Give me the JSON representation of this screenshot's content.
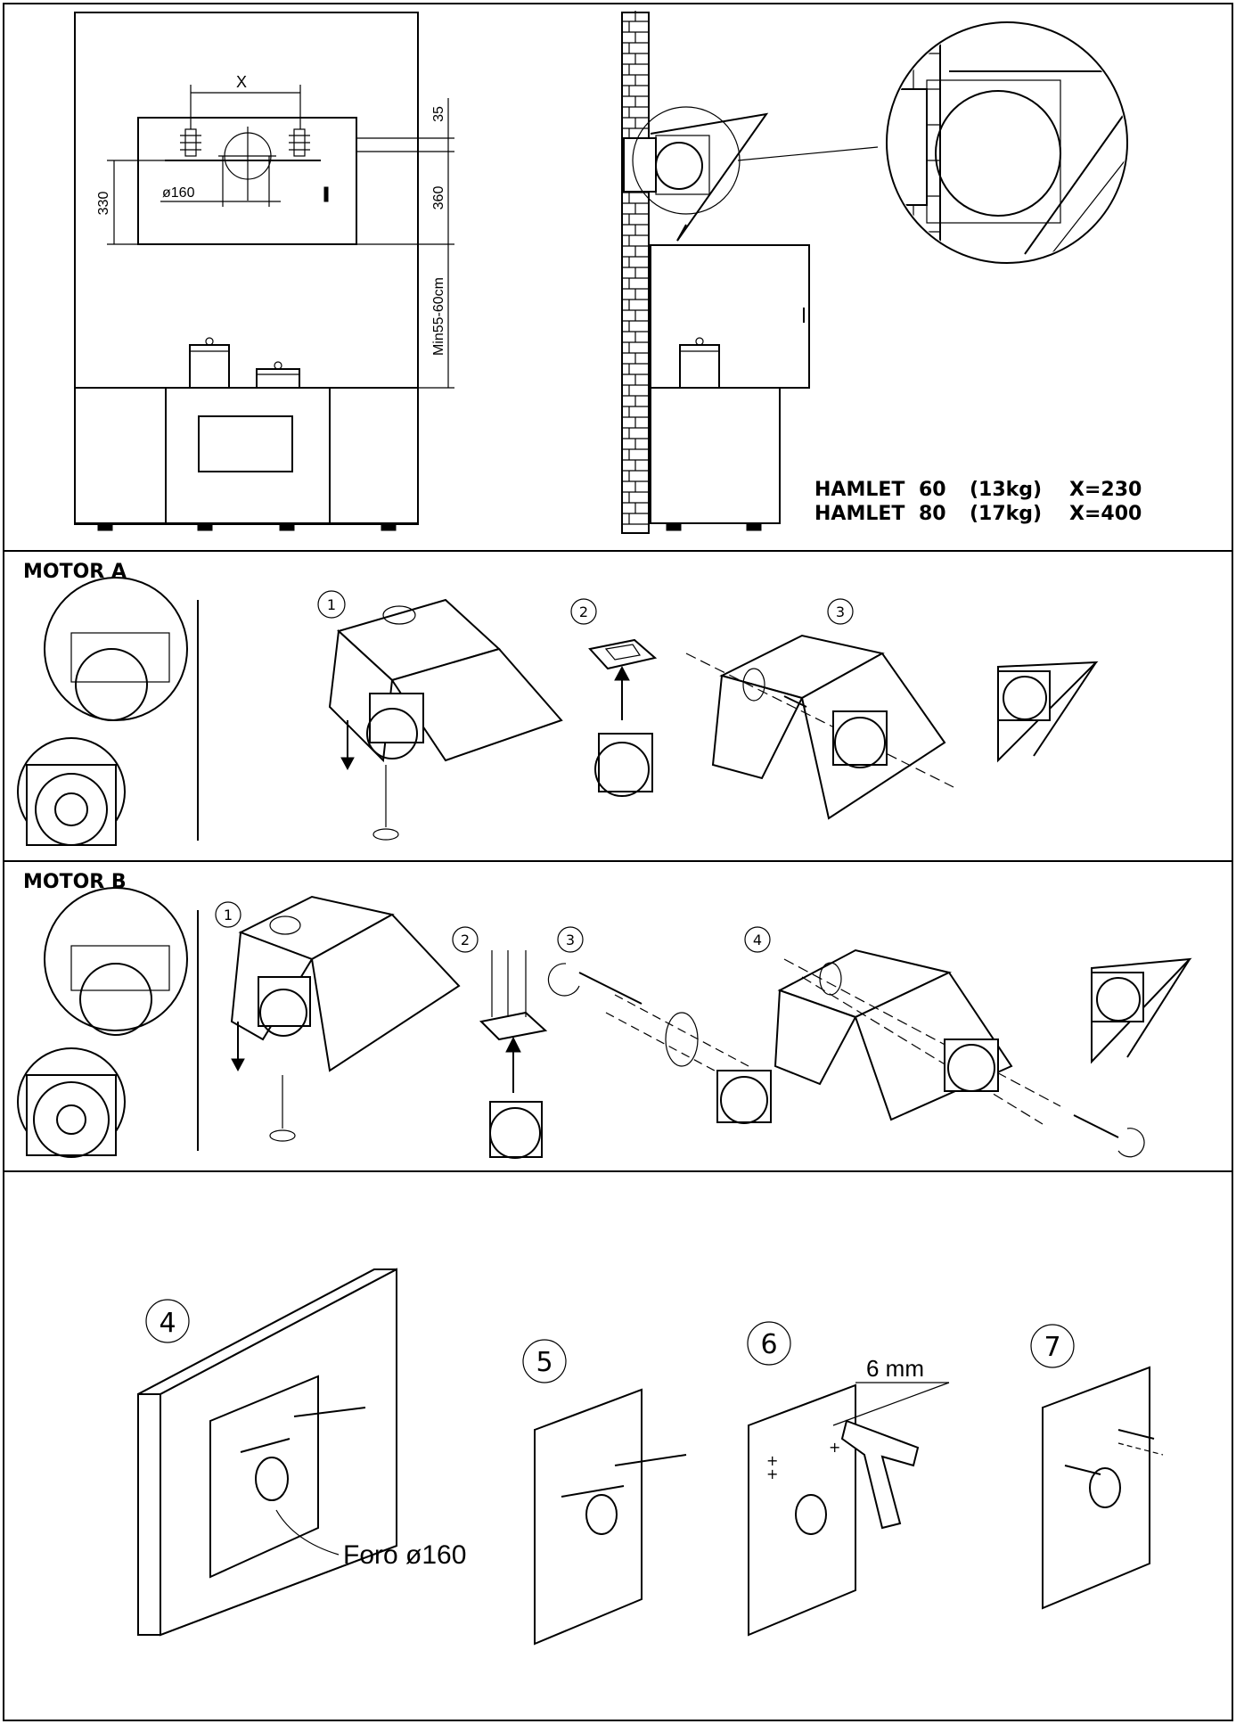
{
  "top_panel": {
    "dim_x": "X",
    "dim_35": "35",
    "dim_330": "330",
    "dim_360": "360",
    "dim_diameter": "ø160",
    "dim_min": "Min55-60cm",
    "models": [
      {
        "name": "HAMLET",
        "size": "60",
        "weight": "(13kg)",
        "x": "X=230"
      },
      {
        "name": "HAMLET",
        "size": "80",
        "weight": "(17kg)",
        "x": "X=400"
      }
    ]
  },
  "motor_a": {
    "title": "MOTOR A",
    "steps": [
      "1",
      "2",
      "3"
    ]
  },
  "motor_b": {
    "title": "MOTOR B",
    "steps": [
      "1",
      "2",
      "3",
      "4"
    ]
  },
  "install": {
    "steps": [
      "4",
      "5",
      "6",
      "7"
    ],
    "hole_label": "Foro ø160",
    "drill_label": "6 mm"
  }
}
